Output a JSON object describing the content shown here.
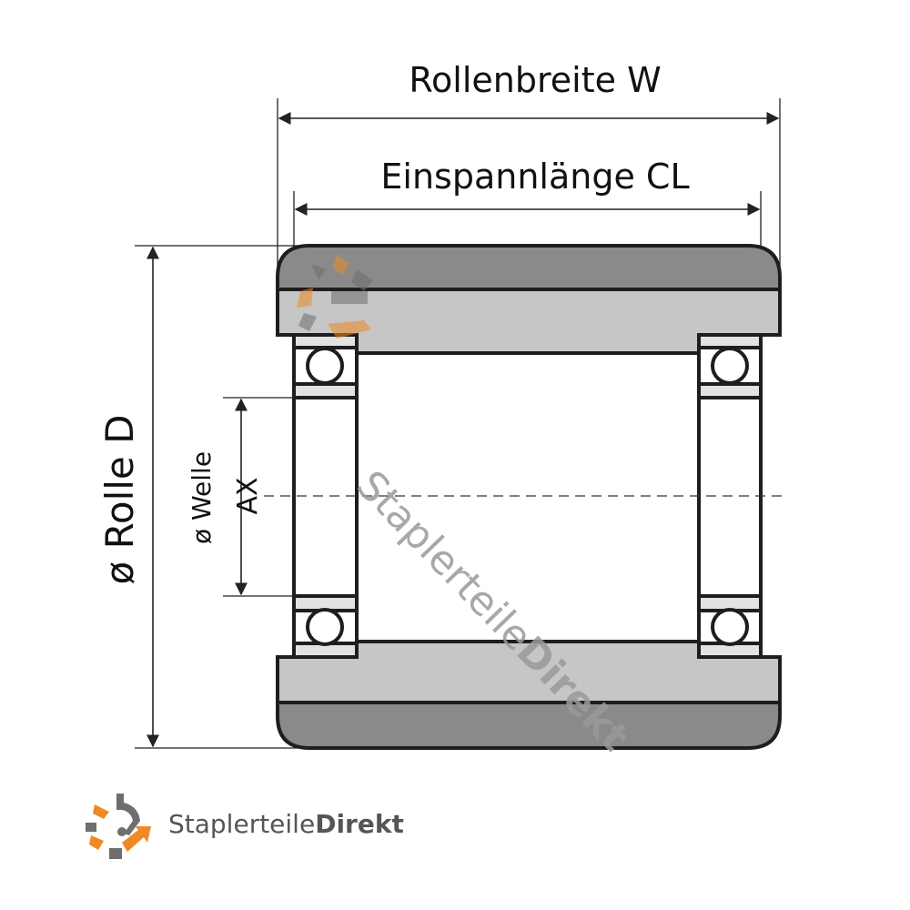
{
  "diagram": {
    "title": "Roller dimension diagram",
    "dimensions": {
      "roller_width": {
        "label": "Rollenbreite W"
      },
      "clamp_length": {
        "label": "Einspannlänge CL"
      },
      "roller_diameter": {
        "label": "ø Rolle D"
      },
      "shaft_diameter": {
        "label_line1": "ø Welle",
        "label_line2": "AX"
      }
    },
    "watermark": {
      "regular": "Staplerteile",
      "bold": "Direkt"
    },
    "colors": {
      "tread": "#8a8a8a",
      "hub": "#c6c6c6",
      "bearing_ring": "#e2e2e2",
      "outline": "#1e1e1e",
      "logo_orange": "#ee8a26",
      "logo_gray": "#6e6e6e"
    }
  },
  "footer": {
    "brand_regular": "Staplerteile",
    "brand_bold": "Direkt"
  }
}
